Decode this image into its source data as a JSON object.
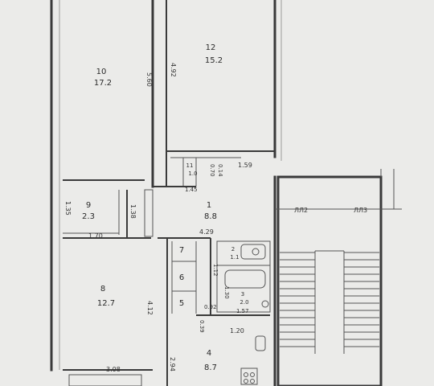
{
  "rooms": [
    {
      "id": "10",
      "number": "10",
      "area": "17.2"
    },
    {
      "id": "12",
      "number": "12",
      "area": "15.2"
    },
    {
      "id": "11",
      "number": "11",
      "area": "1.0"
    },
    {
      "id": "9",
      "number": "9",
      "area": "2.3"
    },
    {
      "id": "1",
      "number": "1",
      "area": "8.8"
    },
    {
      "id": "2",
      "number": "2",
      "area": "1.1"
    },
    {
      "id": "3",
      "number": "3",
      "area": "2.0"
    },
    {
      "id": "8",
      "number": "8",
      "area": "12.7"
    },
    {
      "id": "4",
      "number": "4",
      "area": "8.7"
    },
    {
      "id": "5",
      "number": "5",
      "area": ""
    },
    {
      "id": "6",
      "number": "6",
      "area": ""
    },
    {
      "id": "7",
      "number": "7",
      "area": ""
    }
  ],
  "dimensions": {
    "d_4_92": "4.92",
    "d_5_60": "5.60",
    "d_1_59": "1.59",
    "d_0_70": "0.70",
    "d_0_14": "0.14",
    "d_1_45": "1.45",
    "d_1_35": "1.35",
    "d_1_38": "1.38",
    "d_1_70": "1.70",
    "d_4_29": "4.29",
    "d_1_12": "1.12",
    "d_1_30": "1.30",
    "d_1_57": "1.57",
    "d_0_92": "0.92",
    "d_0_39": "0.39",
    "d_1_20": "1.20",
    "d_4_12": "4.12",
    "d_2_94": "2.94",
    "d_3_08": "3.08"
  },
  "stair_marks": {
    "left": "ЛЛ2",
    "right": "ЛЛ3"
  }
}
